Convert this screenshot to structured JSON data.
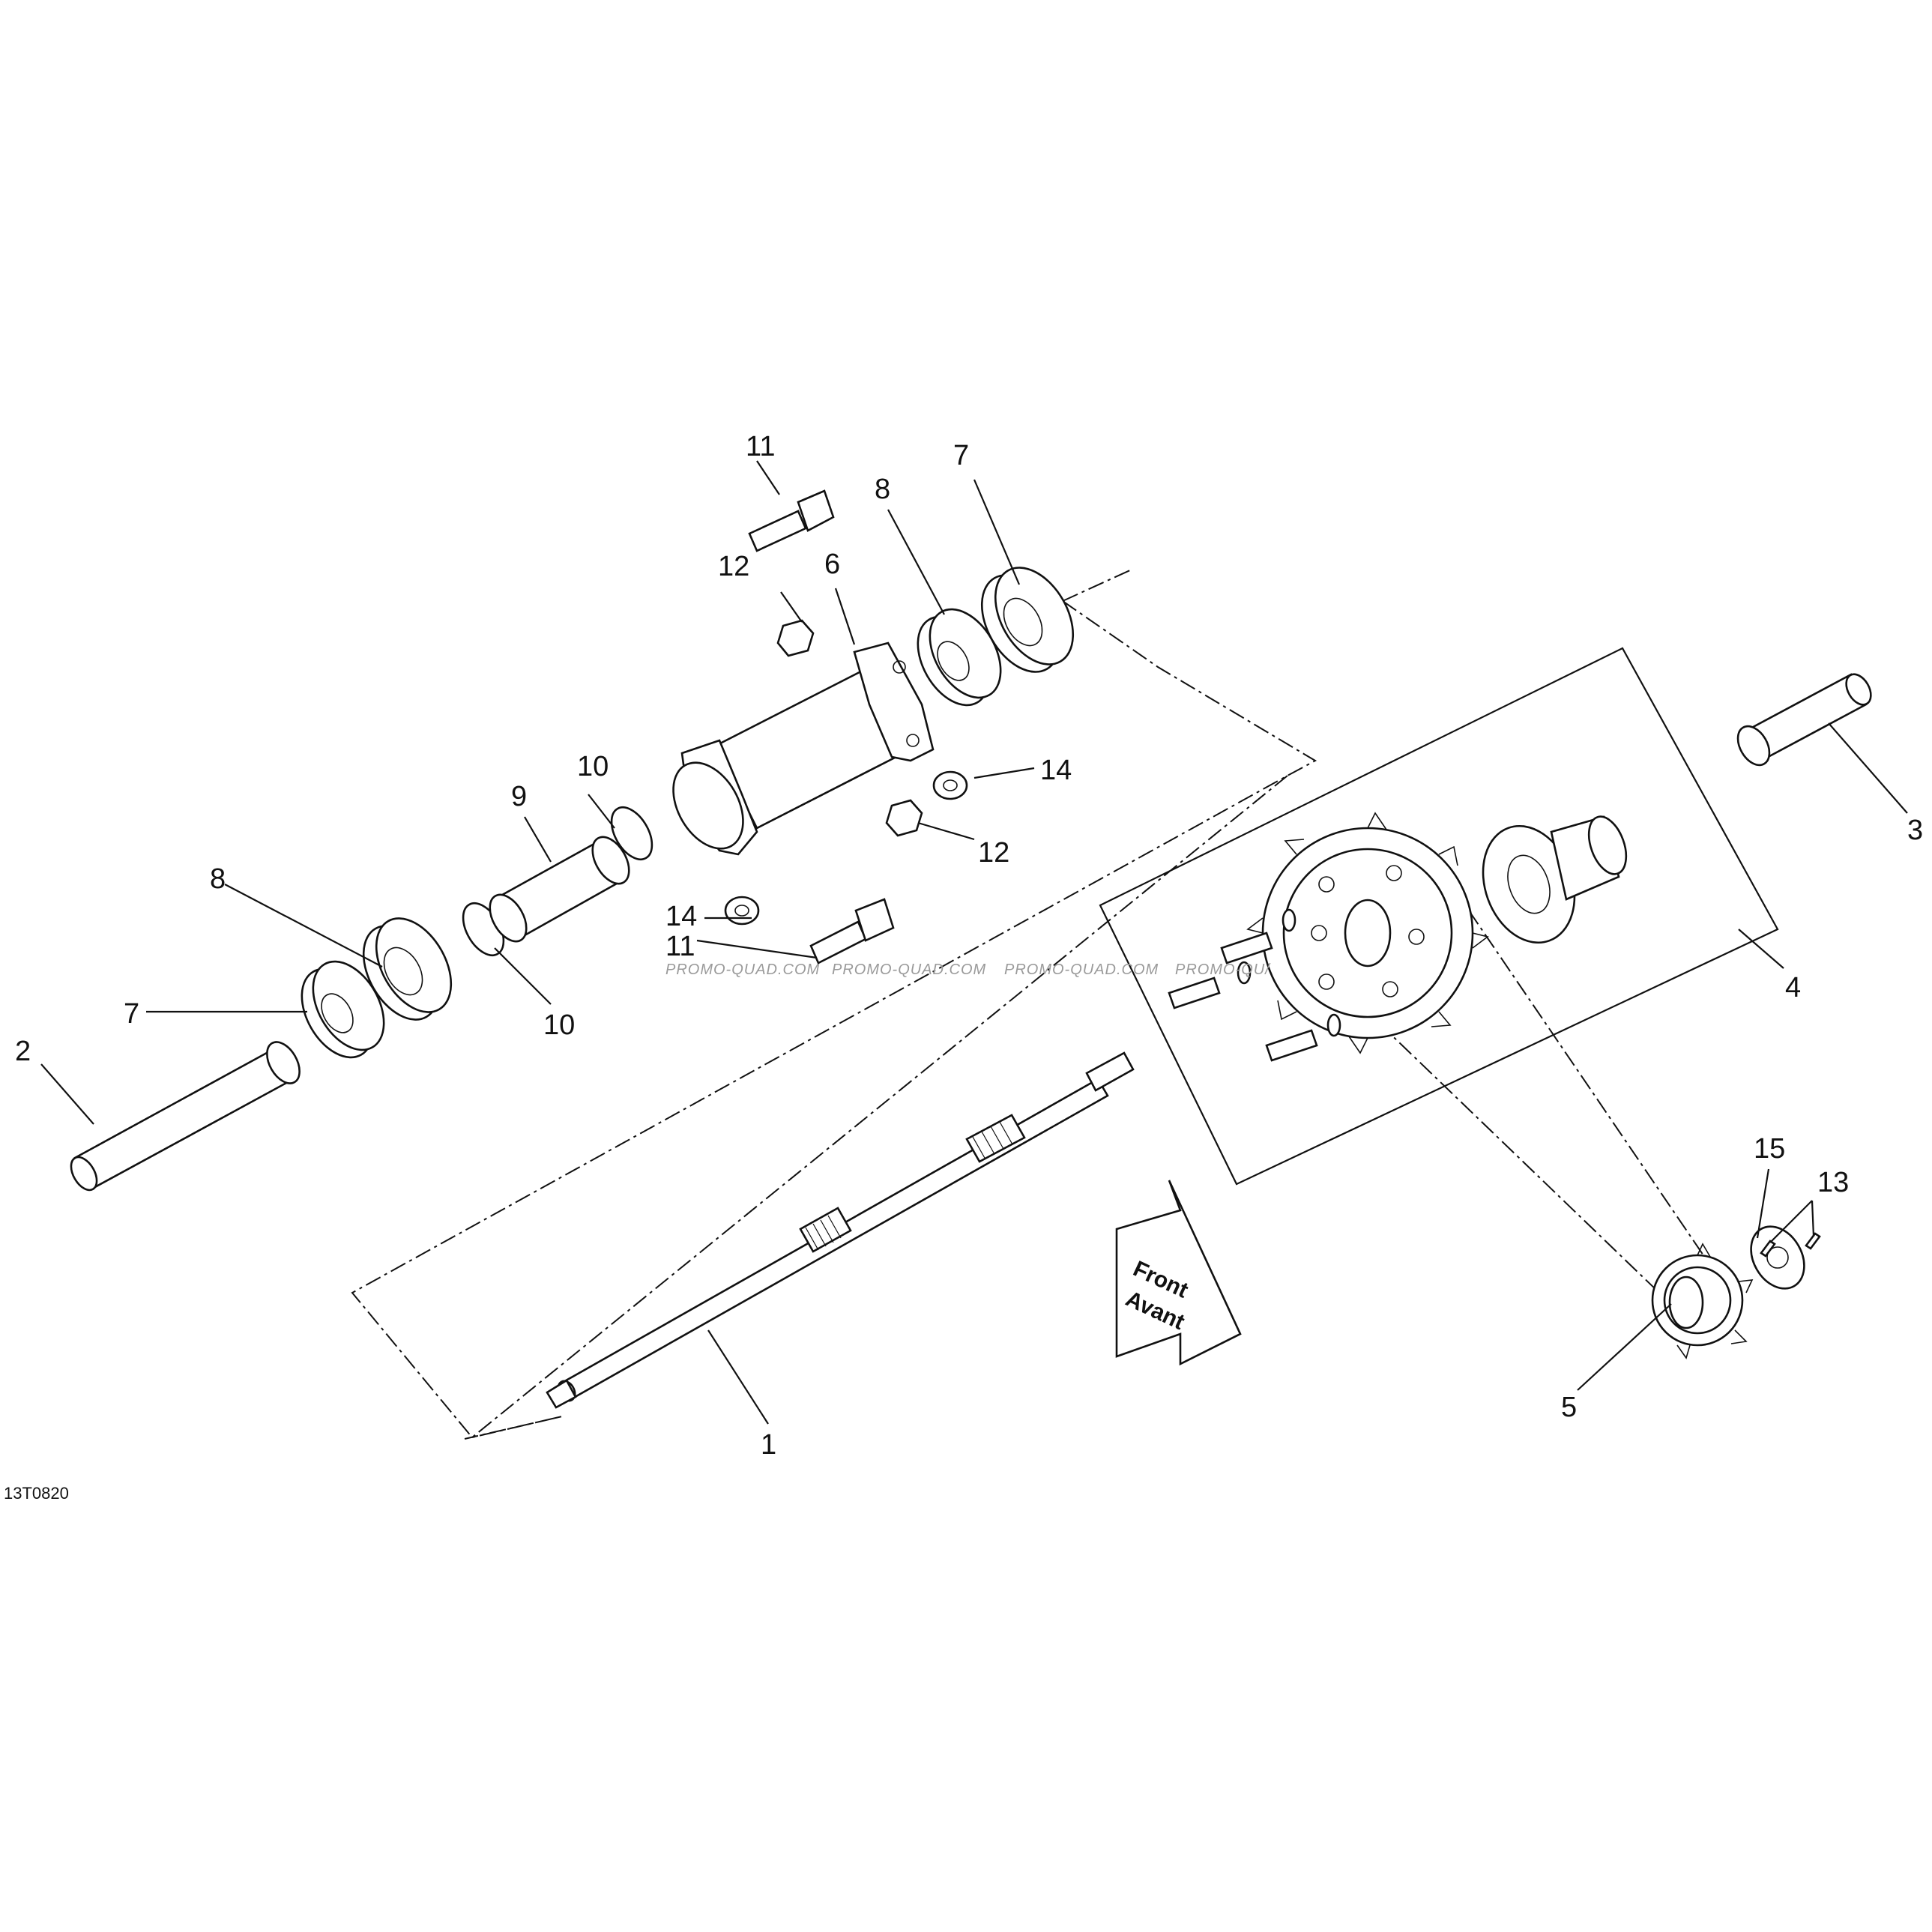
{
  "figure_code": "13T0820",
  "watermark": [
    "PROMO-QUAD.COM",
    "PROMO-QUAD.COM",
    "PROMO-QUAD.COM",
    "PROMO-QU/"
  ],
  "front_arrow": {
    "line1": "Front",
    "line2": "Avant"
  },
  "callouts": {
    "c1": "1",
    "c2": "2",
    "c3": "3",
    "c4": "4",
    "c5": "5",
    "c6": "6",
    "c7a": "7",
    "c7b": "7",
    "c8a": "8",
    "c8b": "8",
    "c9": "9",
    "c10a": "10",
    "c10b": "10",
    "c11a": "11",
    "c11b": "11",
    "c12a": "12",
    "c12b": "12",
    "c13": "13",
    "c14a": "14",
    "c14b": "14",
    "c15": "15"
  }
}
